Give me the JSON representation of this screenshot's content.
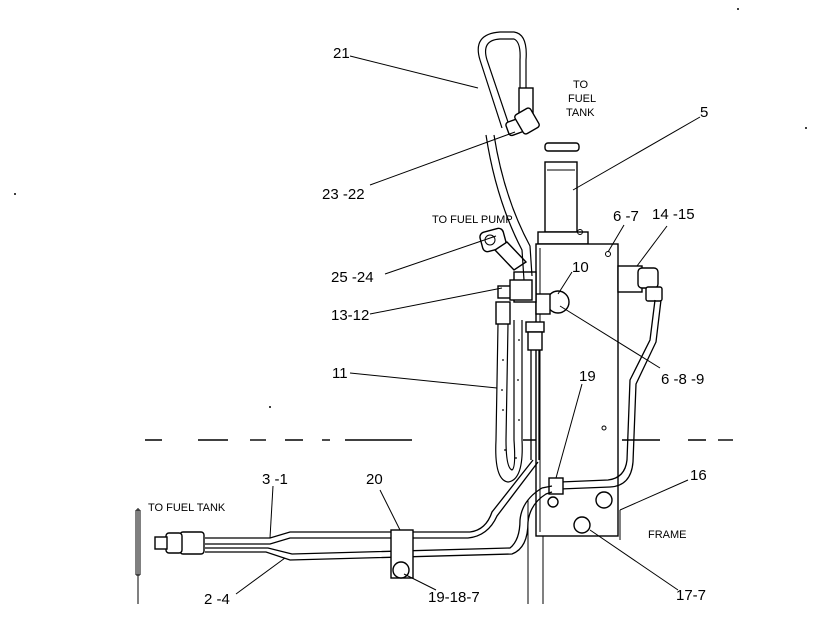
{
  "callouts": {
    "c21": "21",
    "c23_22": "23 -22",
    "c5": "5",
    "c6_7": "6 -7",
    "c14_15": "14 -15",
    "c10": "10",
    "c25_24": "25 -24",
    "c13_12": "13-12",
    "c6_8_9": "6 -8 -9",
    "c11": "11",
    "c19": "19",
    "c16": "16",
    "c3_1": "3 -1",
    "c20": "20",
    "c2_4": "2 -4",
    "c19_18_7": "19-18-7",
    "c17_7": "17-7"
  },
  "labels": {
    "to_fuel_tank_top": [
      "TO",
      "FUEL",
      "TANK"
    ],
    "to_fuel_pump": "TO FUEL PUMP",
    "to_fuel_tank_left": "TO FUEL TANK",
    "frame": "FRAME"
  }
}
